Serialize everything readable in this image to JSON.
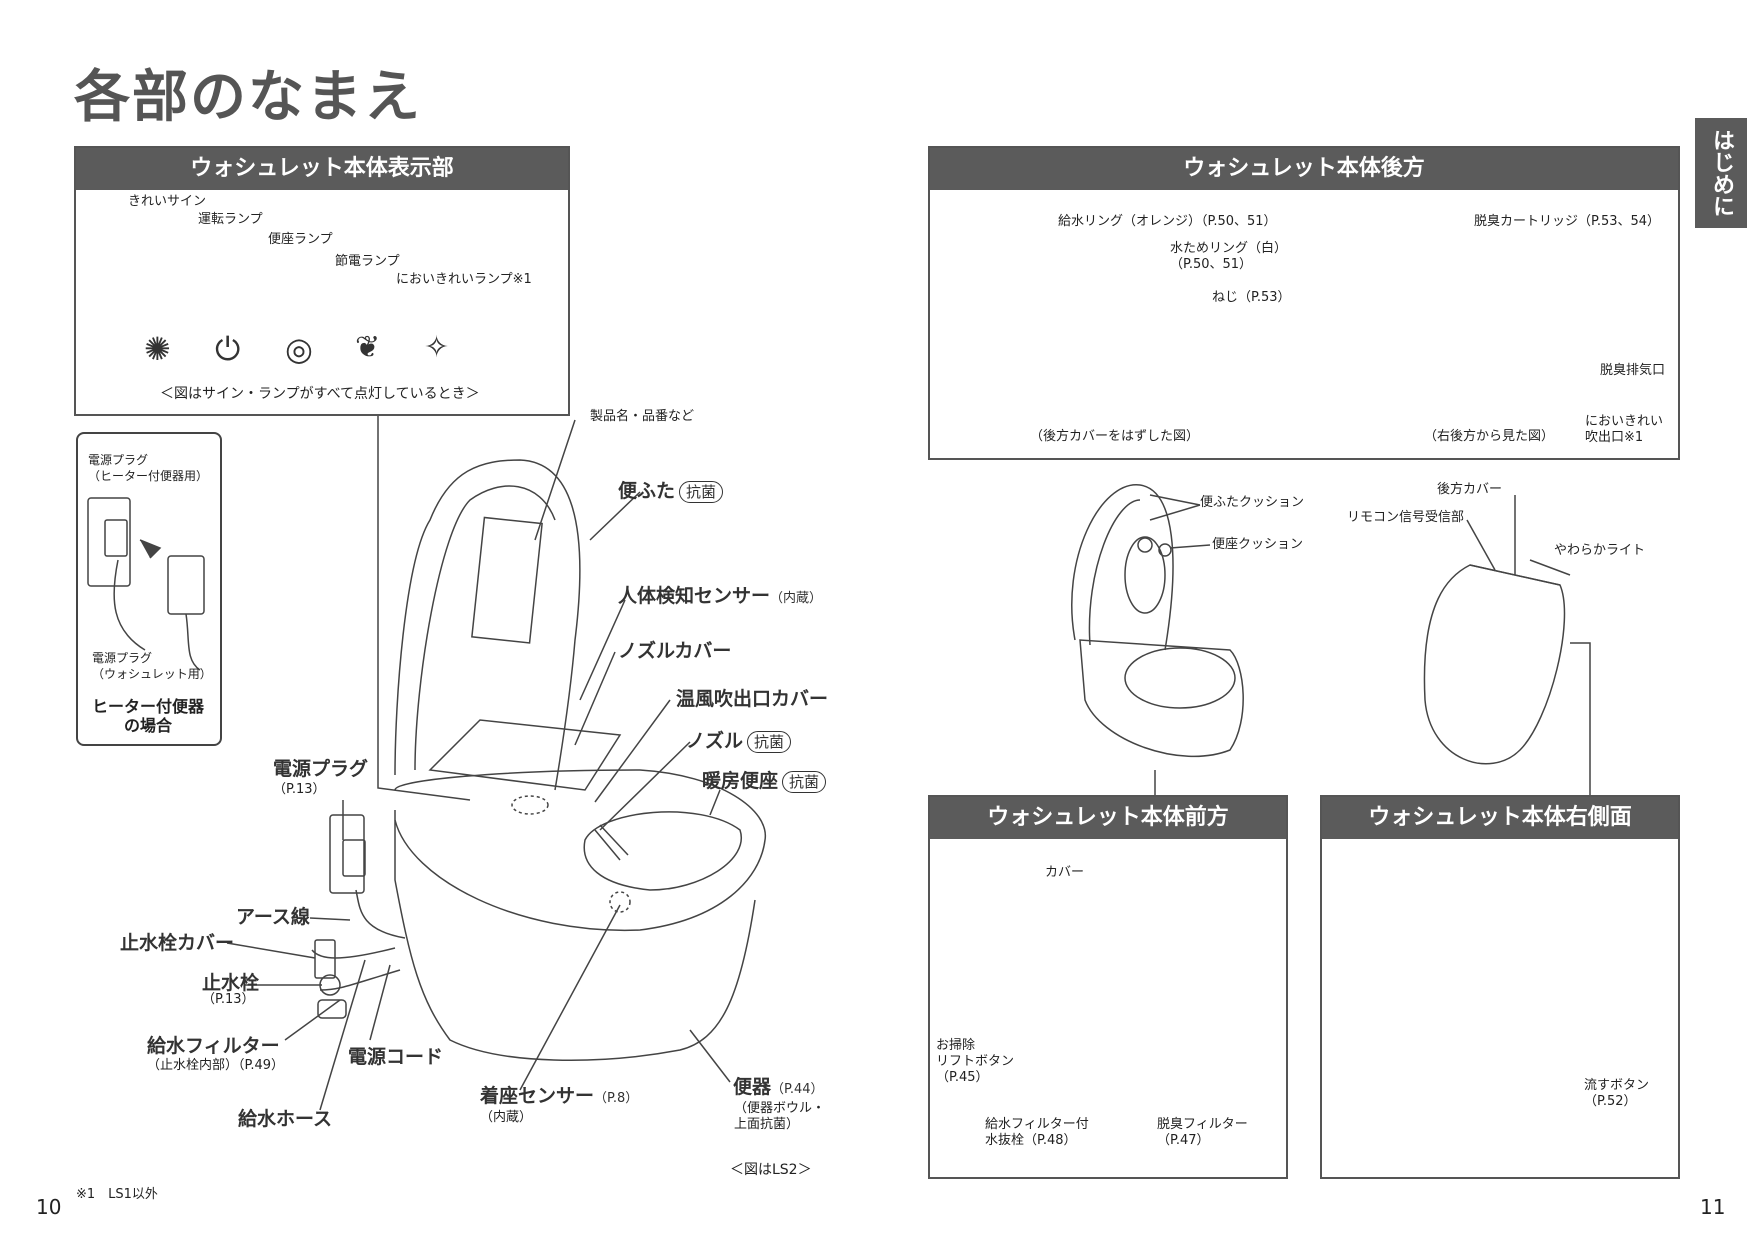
{
  "page_title": "各部のなまえ",
  "side_tab": "はじめに",
  "page_numbers": {
    "left": "10",
    "right": "11"
  },
  "footnote": "※1　LS1以外",
  "display_panel": {
    "header": "ウォシュレット本体表示部",
    "labels": {
      "kirei_sign": "きれいサイン",
      "unten_lamp": "運転ランプ",
      "benza_lamp": "便座ランプ",
      "setsuden_lamp": "節電ランプ",
      "nioi_lamp": "においきれいランプ※1"
    },
    "caption": "＜図はサイン・ランプがすべて点灯しているとき＞"
  },
  "heater_box": {
    "plug_heater": "電源プラグ\n（ヒーター付便器用）",
    "plug_washlet": "電源プラグ\n（ウォシュレット用）",
    "title": "ヒーター付便器\nの場合"
  },
  "main_labels": {
    "product_name": "製品名・品番など",
    "benfuta": "便ふた",
    "benfuta_badge": "抗菌",
    "human_sensor": "人体検知センサー",
    "human_sensor_note": "（内蔵）",
    "nozzle_cover": "ノズルカバー",
    "warm_air_cover": "温風吹出口カバー",
    "nozzle": "ノズル",
    "nozzle_badge": "抗菌",
    "heated_seat": "暖房便座",
    "heated_seat_badge": "抗菌",
    "power_plug": "電源プラグ",
    "power_plug_ref": "（P.13）",
    "earth_wire": "アース線",
    "stop_valve_cover": "止水栓カバー",
    "stop_valve": "止水栓",
    "stop_valve_ref": "（P.13）",
    "water_filter": "給水フィルター",
    "water_filter_note": "（止水栓内部）（P.49）",
    "power_cord": "電源コード",
    "supply_hose": "給水ホース",
    "seat_sensor": "着座センサー",
    "seat_sensor_ref": "（P.8）",
    "seat_sensor_note": "（内蔵）",
    "toilet": "便器",
    "toilet_ref": "（P.44）",
    "toilet_note": "（便器ボウル・\n上面抗菌）",
    "figure_note": "＜図はLS2＞"
  },
  "rear_panel": {
    "header": "ウォシュレット本体後方",
    "supply_ring": "給水リング（オレンジ）（P.50、51）",
    "water_ring": "水ためリング（白）\n（P.50、51）",
    "screw": "ねじ（P.53）",
    "cartridge": "脱臭カートリッジ（P.53、54）",
    "exhaust": "脱臭排気口",
    "nioi_outlet": "においきれい\n吹出口※1",
    "caption_left": "（後方カバーをはずした図）",
    "caption_right": "（右後方から見た図）"
  },
  "middle_labels": {
    "lid_cushion": "便ふたクッション",
    "seat_cushion": "便座クッション",
    "rear_cover": "後方カバー",
    "remote_receiver": "リモコン信号受信部",
    "soft_light": "やわらかライト"
  },
  "front_panel": {
    "header": "ウォシュレット本体前方",
    "cover": "カバー",
    "lift_button": "お掃除\nリフトボタン\n（P.45）",
    "drain_valve": "給水フィルター付\n水抜栓（P.48）",
    "deodor_filter": "脱臭フィルター\n（P.47）"
  },
  "right_panel": {
    "header": "ウォシュレット本体右側面",
    "flush_button": "流すボタン\n（P.52）"
  }
}
